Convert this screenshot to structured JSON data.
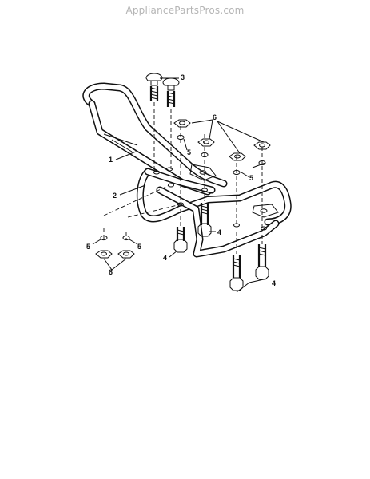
{
  "watermark": "AppliancePartsPros.com",
  "diagram": {
    "callouts": {
      "c1": "1",
      "c2": "2",
      "c3": "3",
      "c4a": "4",
      "c4b": "4",
      "c4c": "4",
      "c5a": "5",
      "c5b": "5",
      "c5c": "5",
      "c5d": "5",
      "c6a": "6",
      "c6b": "6"
    }
  }
}
